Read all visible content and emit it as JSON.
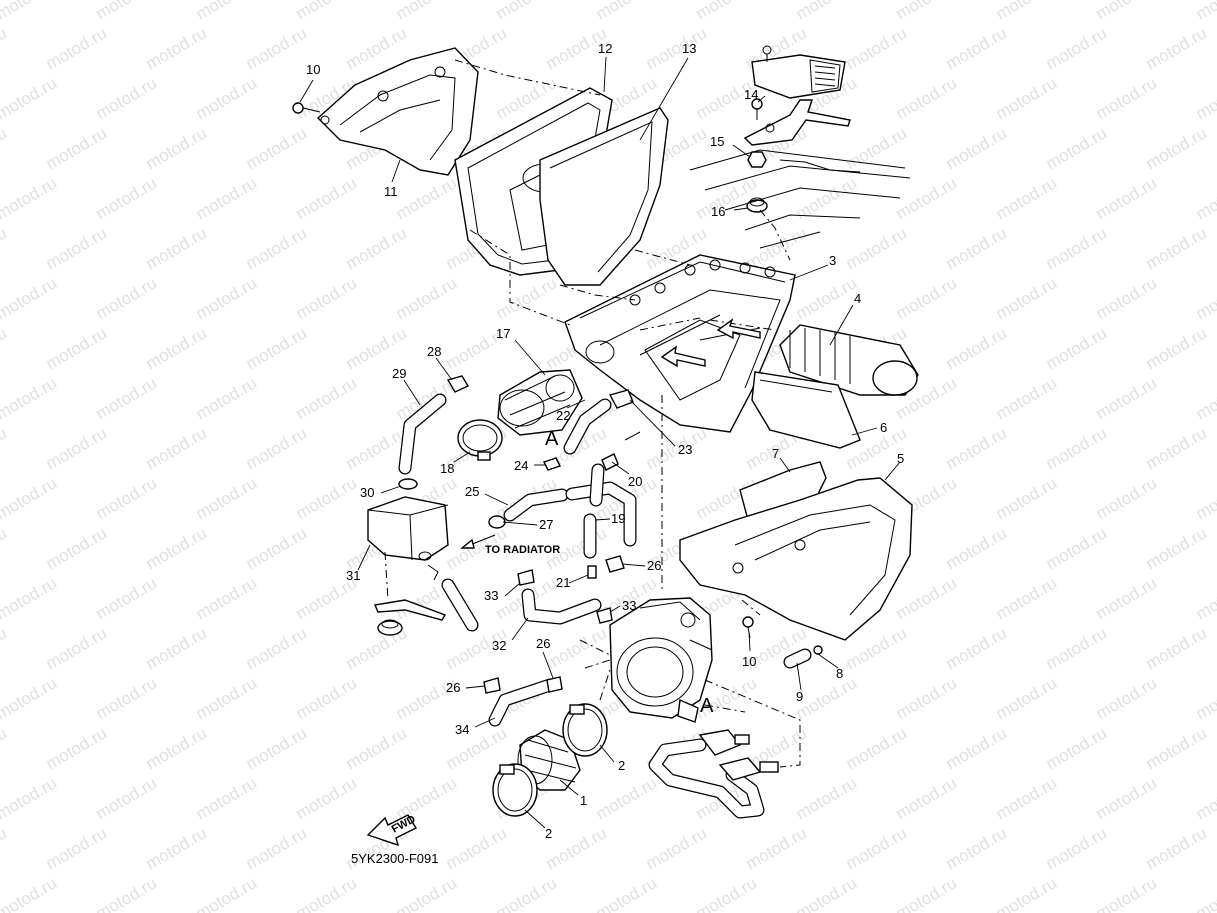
{
  "diagram": {
    "code": "5YK2300-F091",
    "watermark_text": "motod.ru",
    "fwd_label": "FWD",
    "radiator_label": "TO RADIATOR",
    "section_mark": "A"
  },
  "callouts": [
    {
      "id": "c10a",
      "text": "10"
    },
    {
      "id": "c11",
      "text": "11"
    },
    {
      "id": "c12",
      "text": "12"
    },
    {
      "id": "c13",
      "text": "13"
    },
    {
      "id": "c14",
      "text": "14"
    },
    {
      "id": "c15",
      "text": "15"
    },
    {
      "id": "c16",
      "text": "16"
    },
    {
      "id": "c3",
      "text": "3"
    },
    {
      "id": "c4",
      "text": "4"
    },
    {
      "id": "c6",
      "text": "6"
    },
    {
      "id": "c17",
      "text": "17"
    },
    {
      "id": "c28",
      "text": "28"
    },
    {
      "id": "c29",
      "text": "29"
    },
    {
      "id": "c22",
      "text": "22"
    },
    {
      "id": "c23",
      "text": "23"
    },
    {
      "id": "c18",
      "text": "18"
    },
    {
      "id": "c24",
      "text": "24"
    },
    {
      "id": "c20",
      "text": "20"
    },
    {
      "id": "c7",
      "text": "7"
    },
    {
      "id": "c5",
      "text": "5"
    },
    {
      "id": "c30",
      "text": "30"
    },
    {
      "id": "c25",
      "text": "25"
    },
    {
      "id": "c27",
      "text": "27"
    },
    {
      "id": "c19",
      "text": "19"
    },
    {
      "id": "c31",
      "text": "31"
    },
    {
      "id": "c21",
      "text": "21"
    },
    {
      "id": "c26a",
      "text": "26"
    },
    {
      "id": "c33a",
      "text": "33"
    },
    {
      "id": "c33b",
      "text": "33"
    },
    {
      "id": "c32",
      "text": "32"
    },
    {
      "id": "c26b",
      "text": "26"
    },
    {
      "id": "c26c",
      "text": "26"
    },
    {
      "id": "c10b",
      "text": "10"
    },
    {
      "id": "c8",
      "text": "8"
    },
    {
      "id": "c9",
      "text": "9"
    },
    {
      "id": "c34",
      "text": "34"
    },
    {
      "id": "c2a",
      "text": "2"
    },
    {
      "id": "c1",
      "text": "1"
    },
    {
      "id": "c2b",
      "text": "2"
    }
  ]
}
